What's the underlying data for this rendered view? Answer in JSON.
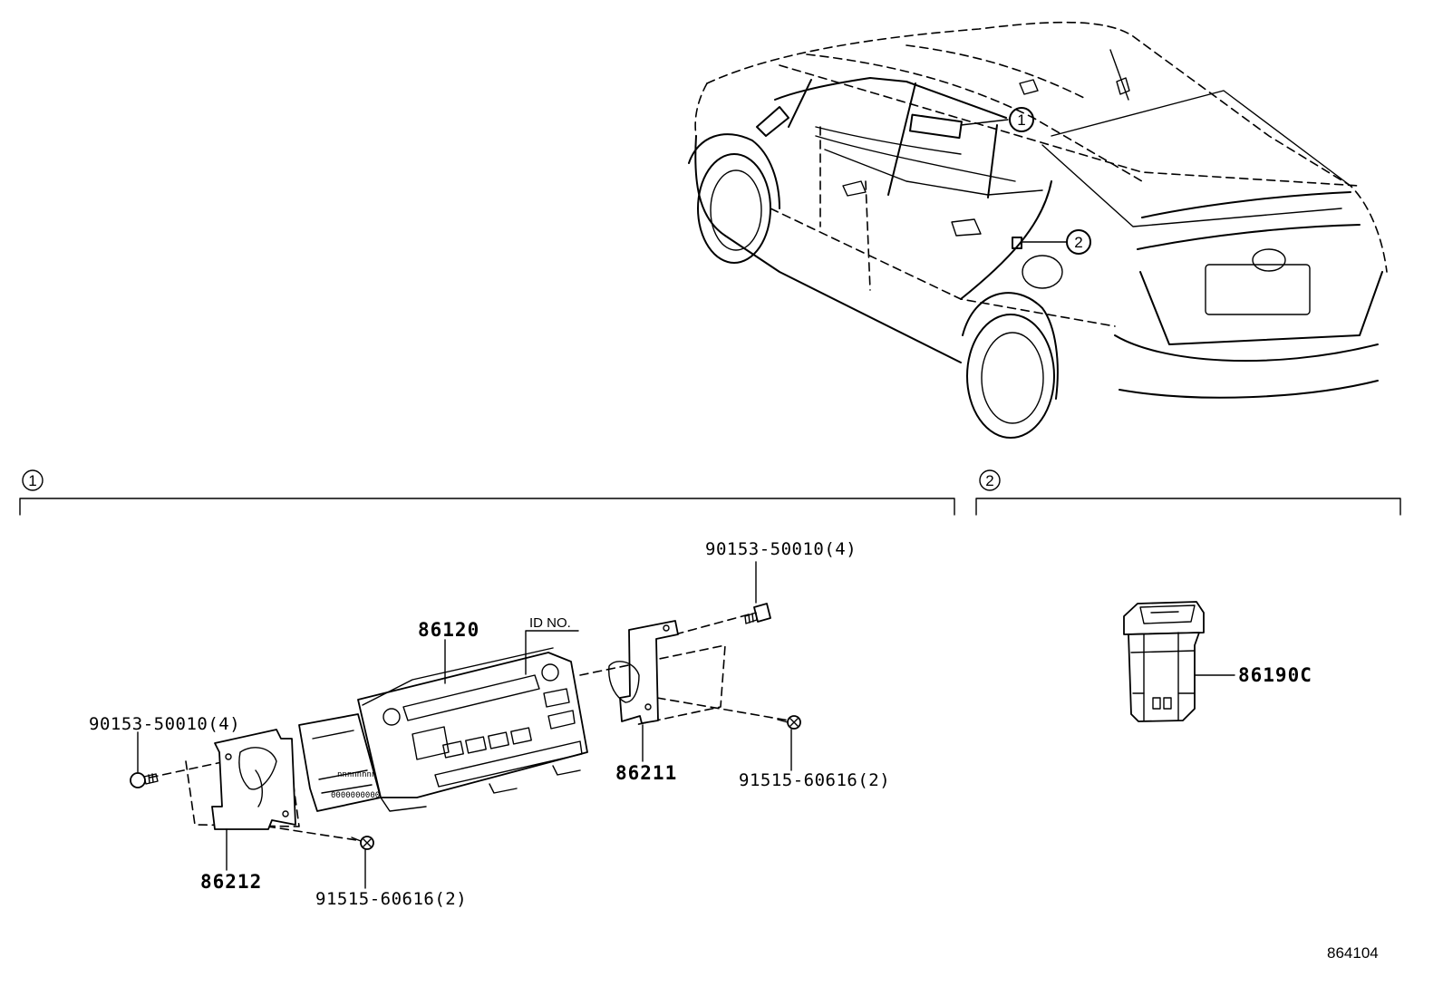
{
  "callouts": {
    "c1": "1",
    "c2": "2"
  },
  "sections": {
    "s1": "1",
    "s2": "2"
  },
  "parts": {
    "p86120": "86120",
    "p86211": "86211",
    "p86212": "86212",
    "p86190C": "86190C",
    "bolt_top_right": "90153-50010(4)",
    "bolt_left": "90153-50010(4)",
    "screw_right": "91515-60616(2)",
    "screw_bottom": "91515-60616(2)",
    "id_no": "ID NO."
  },
  "figure_ref": "864104"
}
